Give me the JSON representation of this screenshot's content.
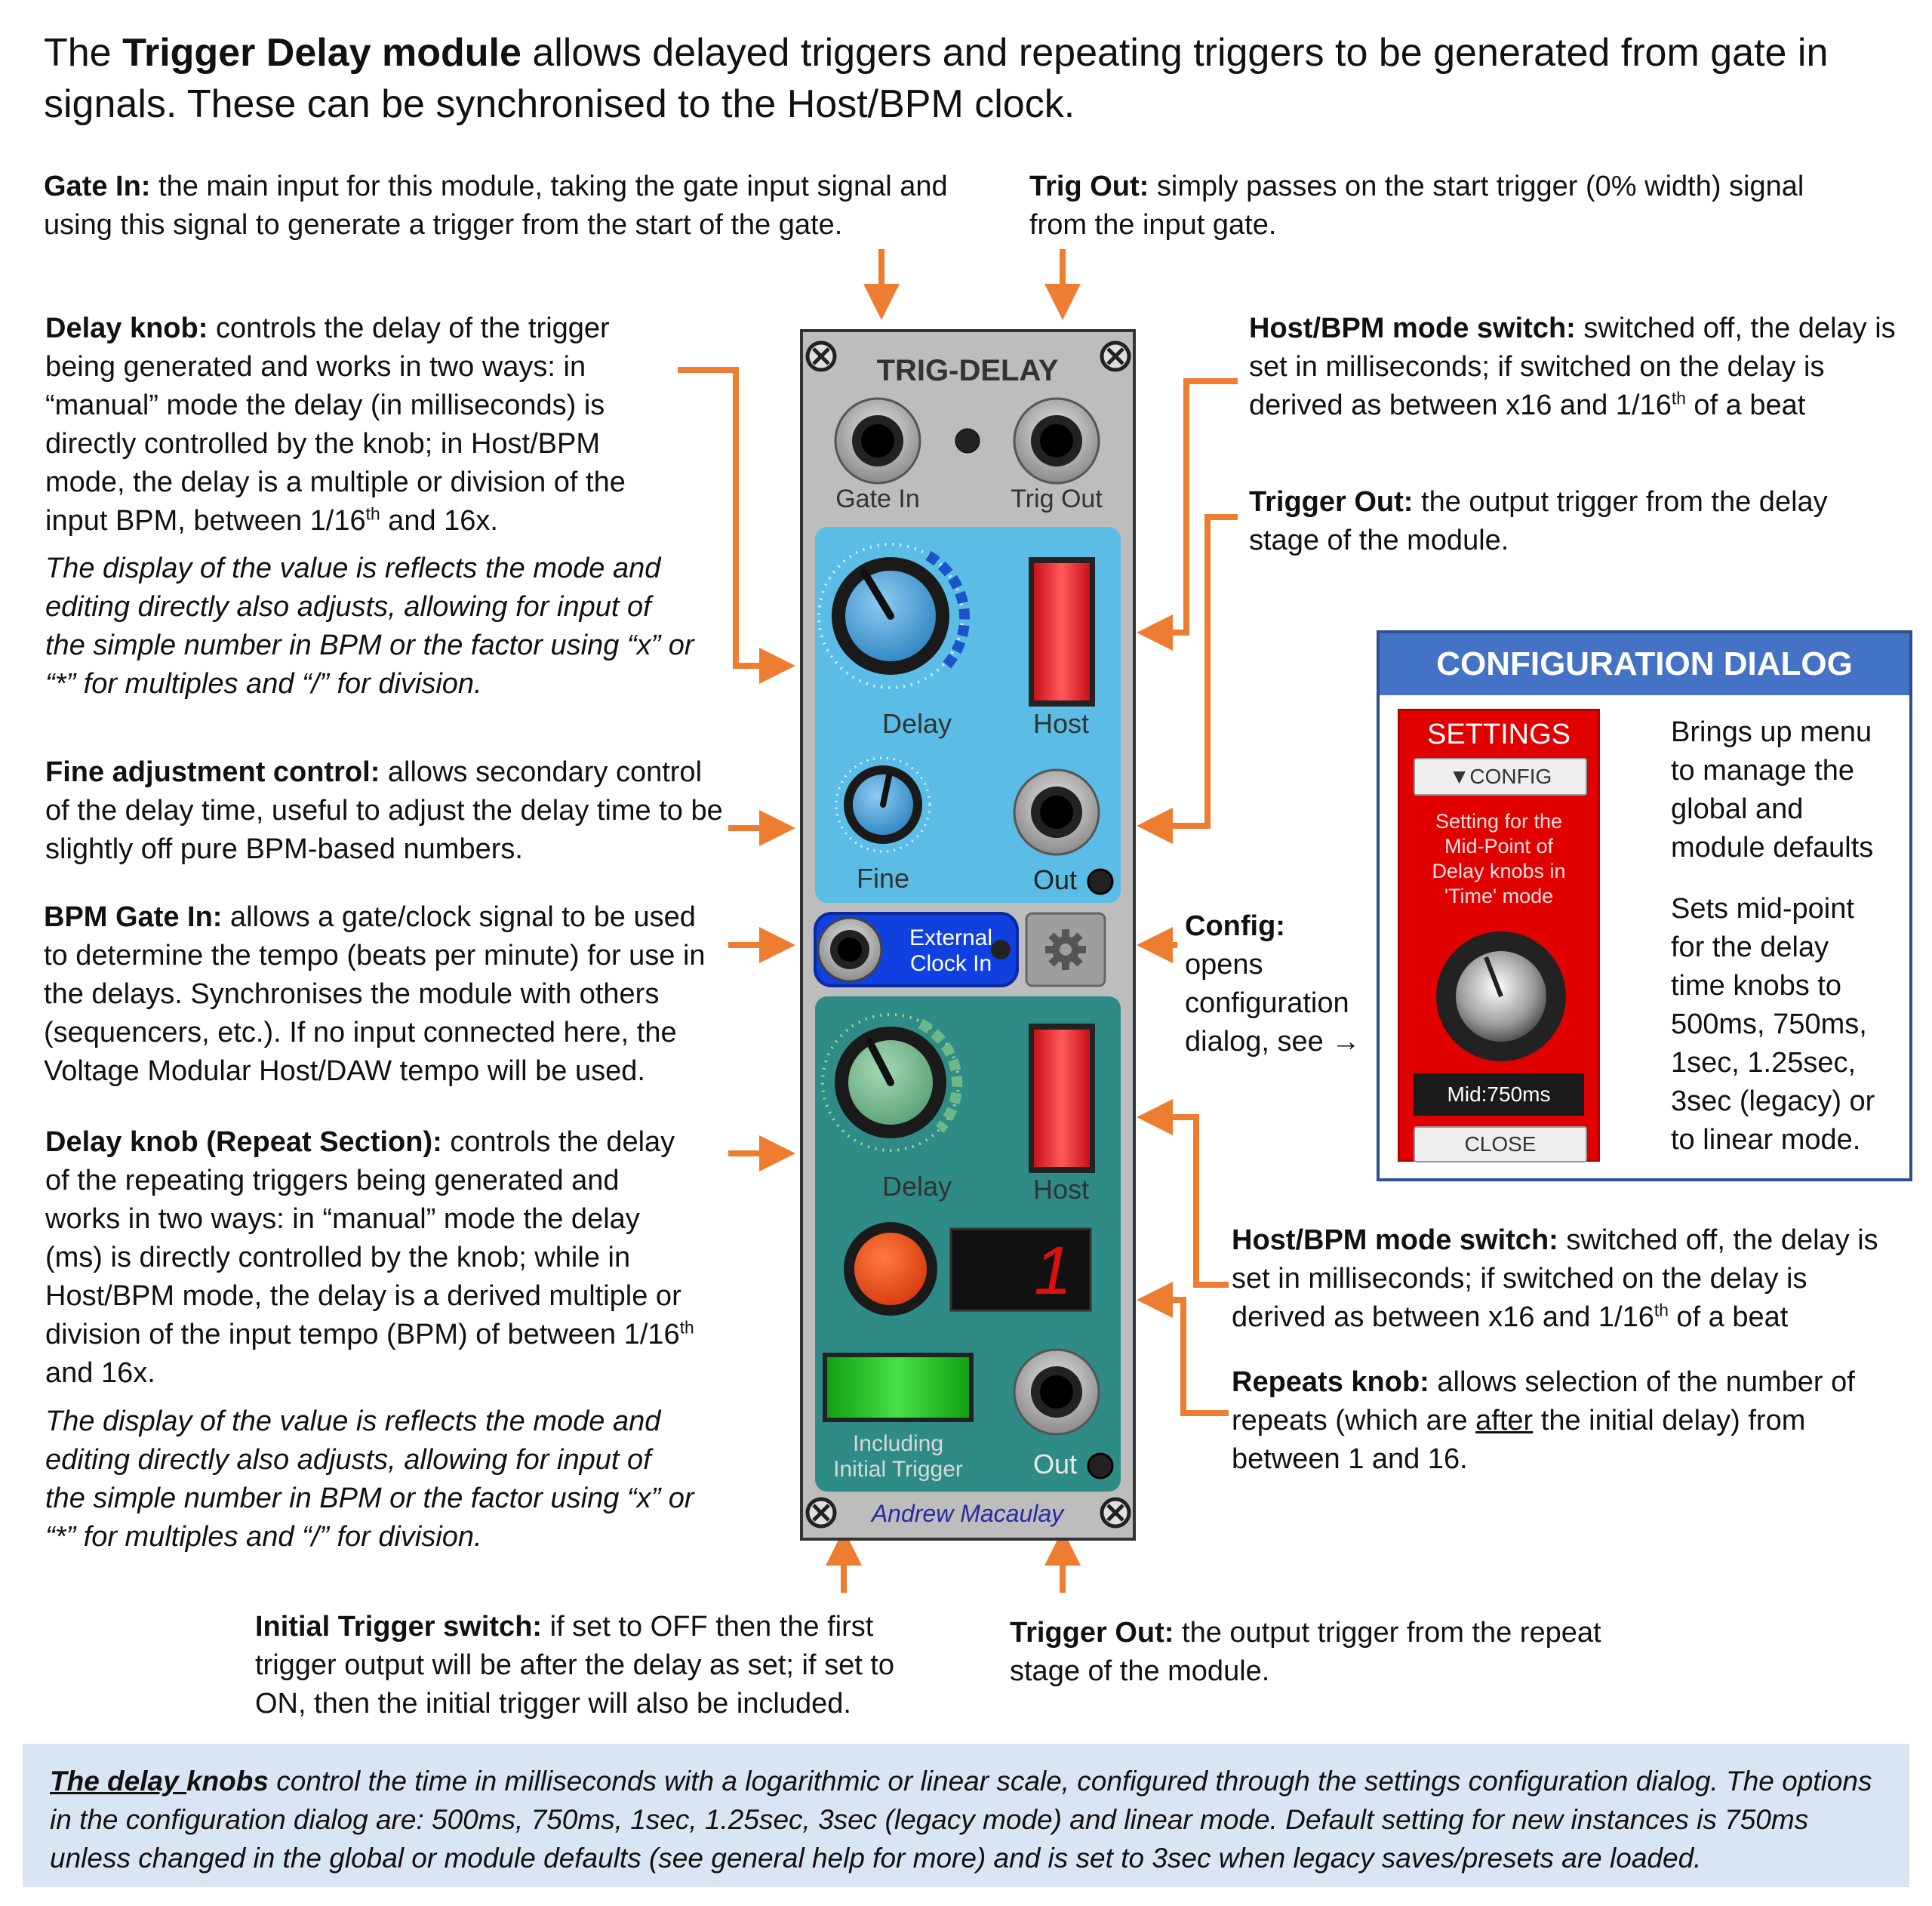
{
  "title": {
    "bold": "Trigger Delay module",
    "pre": "The ",
    "rest": " allows delayed triggers and repeating triggers to be generated from gate in signals. These can be synchronised to the Host/BPM clock."
  },
  "annotations": {
    "gate_in": {
      "head": "Gate In:",
      "body": " the main input for this module, taking the gate input signal and using this signal to generate a trigger from the start of the gate."
    },
    "trig_out": {
      "head": "Trig Out:",
      "body": " simply passes on the start trigger (0% width) signal from the input gate."
    },
    "delay_knob": {
      "head": "Delay knob:",
      "body1": " controls the delay of the trigger being generated and works in two ways: in “manual” mode the delay (in milliseconds) is directly controlled by the knob; in Host/BPM mode, the delay is a multiple or division of the input BPM, between 1/16",
      "sup": "th",
      "body2": " and 16x.",
      "note": "The display of the value is reflects the mode and editing directly also adjusts, allowing for input of the simple number in BPM or the factor using “x” or “*” for multiples and “/” for division."
    },
    "host_switch_top": {
      "head": "Host/BPM mode switch:",
      "body1": " switched off, the delay is set in milliseconds; if switched on the delay is derived as between x16 and 1/16",
      "sup": "th",
      "body2": " of a beat"
    },
    "trigger_out_top": {
      "head": "Trigger Out:",
      "body": " the output trigger from the delay stage of the module."
    },
    "fine": {
      "head": "Fine adjustment control:",
      "body": " allows secondary control of the delay time, useful to adjust the delay time to be slightly off pure BPM-based numbers."
    },
    "bpm_gate": {
      "head": "BPM Gate In:",
      "body": " allows a gate/clock signal to be used to determine the tempo (beats per minute) for use in the delays. Synchronises the module with others (sequencers, etc.). If no input connected here, the Voltage Modular Host/DAW tempo will be used."
    },
    "config": {
      "head": "Config:",
      "body": " opens configuration dialog, see →"
    },
    "delay_repeat": {
      "head": "Delay knob (Repeat Section):",
      "body1": " controls the delay of the repeating triggers being generated and works in two ways: in “manual” mode the delay (ms) is directly controlled by the knob; while in Host/BPM mode, the delay is a derived multiple or division of the input tempo (BPM) of between 1/16",
      "sup": "th",
      "body2": " and 16x.",
      "note": "The display of the value is reflects the mode and editing directly also adjusts, allowing for input of the simple number in BPM or the factor using “x” or “*” for multiples and “/” for division."
    },
    "host_switch_bottom": {
      "head": "Host/BPM mode switch:",
      "body1": " switched off, the delay is set in milliseconds; if switched on the delay is derived as between x16 and 1/16",
      "sup": "th",
      "body2": " of a beat"
    },
    "repeats_knob": {
      "head": "Repeats knob:",
      "body1": " allows selection of the number of repeats (which are ",
      "underline": "after",
      "body2": " the initial delay) from between 1 and 16."
    },
    "initial_trigger": {
      "head": "Initial Trigger switch:",
      "body": " if set to OFF then the first trigger output will be after the delay as set; if set to ON, then the initial trigger will also be included."
    },
    "trigger_out_bottom": {
      "head": "Trigger Out:",
      "body": " the output trigger from the repeat stage of the module."
    }
  },
  "module": {
    "name": "TRIG-DELAY",
    "gate_in_label": "Gate In",
    "trig_out_label": "Trig Out",
    "delay_label": "Delay",
    "host_label": "Host",
    "fine_label": "Fine",
    "out_label": "Out",
    "external_clock_line1": "External",
    "external_clock_line2": "Clock In",
    "repeat_delay_label": "Delay",
    "repeat_host_label": "Host",
    "repeats_display": "1",
    "including_line1": "Including",
    "including_line2": "Initial Trigger",
    "repeat_out_label": "Out",
    "signature": "Andrew Macaulay"
  },
  "config_dialog": {
    "title": "CONFIGURATION DIALOG",
    "settings_title": "SETTINGS",
    "config_button": "▼CONFIG",
    "setting_text": [
      "Setting for the",
      "Mid-Point of",
      "Delay knobs in",
      "'Time' mode"
    ],
    "mid_display": "Mid:750ms",
    "close_button": "CLOSE",
    "note_menu": [
      "Brings up menu",
      "to manage the",
      "global and",
      "module defaults"
    ],
    "note_mid": [
      "Sets mid-point",
      "for the delay",
      "time knobs to",
      "500ms, 750ms,",
      "1sec, 1.25sec,",
      "3sec (legacy) or",
      "to linear mode."
    ]
  },
  "footer": {
    "bold": "The delay ",
    "bold2": "knobs",
    "text": " control the time in milliseconds with a logarithmic or linear scale, configured through the settings configuration dialog. The options in the configuration dialog are: 500ms, 750ms, 1sec, 1.25sec, 3sec (legacy mode) and linear mode. Default setting for new instances is 750ms unless changed in the global or module defaults (see general help for more) and is set to 3sec when legacy saves/presets are loaded."
  },
  "colors": {
    "arrow": "#ed7d31",
    "upper_panel": "#5bbde6",
    "lower_panel": "#2e8b86",
    "clock_panel": "#1040e0",
    "host_switch": "#e8323a",
    "initial_switch": "#22cc22",
    "dialog_header": "#4472c4",
    "settings_bg": "#e00000",
    "footer_bg": "#dae5f3"
  }
}
